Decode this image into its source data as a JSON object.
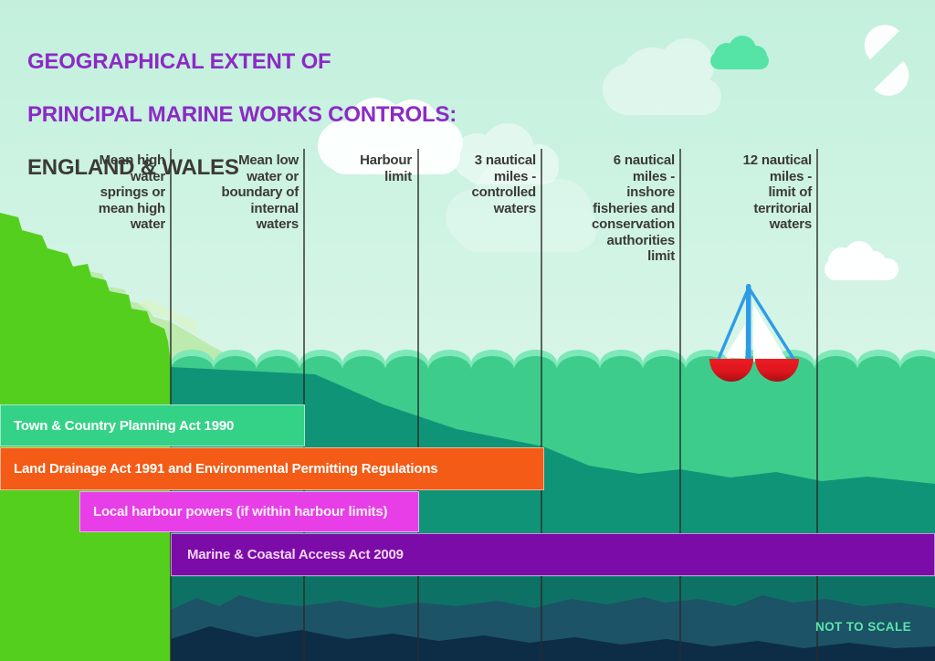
{
  "header": {
    "title_line1": "GEOGRAPHICAL EXTENT OF",
    "title_line2": "PRINCIPAL MARINE WORKS CONTROLS:",
    "title_line3": "ENGLAND & WALES"
  },
  "boundaries": [
    {
      "label": "Mean high\nwater\nsprings or\nmean high\nwater"
    },
    {
      "label": "Mean low\nwater or\nboundary of\ninternal\nwaters"
    },
    {
      "label": "Harbour\nlimit"
    },
    {
      "label": "3 nautical\nmiles -\ncontrolled\nwaters"
    },
    {
      "label": "6 nautical\nmiles -\ninshore\nfisheries and\nconservation\nauthorities\nlimit"
    },
    {
      "label": "12 nautical\nmiles -\nlimit of\nterritorial\nwaters"
    }
  ],
  "bars": [
    {
      "label": "Town & Country Planning Act 1990",
      "color": "#34d287"
    },
    {
      "label": "Land Drainage Act 1991 and Environmental Permitting Regulations",
      "color": "#f35b16"
    },
    {
      "label": "Local harbour powers (if within harbour limits)",
      "color": "#e73ee7"
    },
    {
      "label": "Marine & Coastal Access Act 2009",
      "color": "#7b0ca7"
    }
  ],
  "footnote": "NOT TO SCALE",
  "icons": {
    "logo": "s-logo-icon",
    "boat": "sailboat-icon",
    "clouds": "cloud-icon"
  },
  "palette": {
    "sky_top": "#c3f0dd",
    "sky_bottom": "#e1f9ee",
    "title_purple": "#8c2ac6",
    "text_dark": "#3b3a35",
    "land_bright": "#54cf1d",
    "land_light": "#bdeaae",
    "wave_cap": "#7fe8b8",
    "sea_main": "#3ecc8c",
    "sea_deep": "#109478",
    "sea_floor_base": "#0e7165",
    "mountain_mid": "#1d5366",
    "mountain_dark": "#0c2d45",
    "cloud_green": "#55e3a6",
    "boat_red": "#e5191d",
    "boat_red_dark": "#a90f16",
    "boat_blue": "#2d9ce8",
    "footnote_green": "#5be5ac"
  }
}
